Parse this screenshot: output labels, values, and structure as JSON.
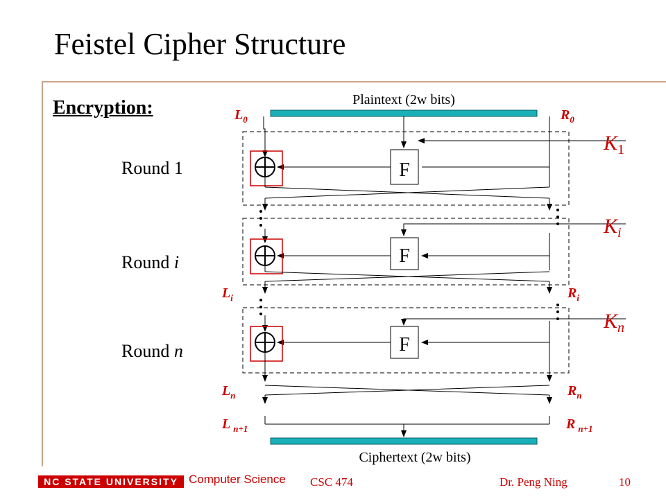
{
  "slide": {
    "title": "Feistel Cipher Structure",
    "subtitle": "Encryption:",
    "rounds": [
      {
        "prefix": "Round ",
        "var": "1"
      },
      {
        "prefix": "Round ",
        "var": "i"
      },
      {
        "prefix": "Round ",
        "var": "n"
      }
    ]
  },
  "diagram": {
    "plaintext": "Plaintext (2w bits)",
    "ciphertext": "Ciphertext (2w bits)",
    "function_label": "F",
    "labels": {
      "L0": {
        "base": "L",
        "sub": "0"
      },
      "R0": {
        "base": "R",
        "sub": "0"
      },
      "Li": {
        "base": "L",
        "sub": "i"
      },
      "Ri": {
        "base": "R",
        "sub": "i"
      },
      "Ln": {
        "base": "L",
        "sub": "n"
      },
      "Rn": {
        "base": "R",
        "sub": "n"
      },
      "Ln1": {
        "base": "L",
        "sub": "n+1"
      },
      "Rn1": {
        "base": "R",
        "sub": "n+1"
      }
    },
    "keys": [
      {
        "base": "K",
        "sub": "1"
      },
      {
        "base": "K",
        "sub": "i"
      },
      {
        "base": "K",
        "sub": "n"
      }
    ],
    "colors": {
      "bar": "#1ab0b8",
      "label": "#cc0000",
      "xor_box": "#cc0000"
    }
  },
  "footer": {
    "logo_text": "NC STATE UNIVERSITY",
    "department": "Computer Science",
    "course": "CSC 474",
    "author": "Dr. Peng Ning",
    "page": "10"
  }
}
